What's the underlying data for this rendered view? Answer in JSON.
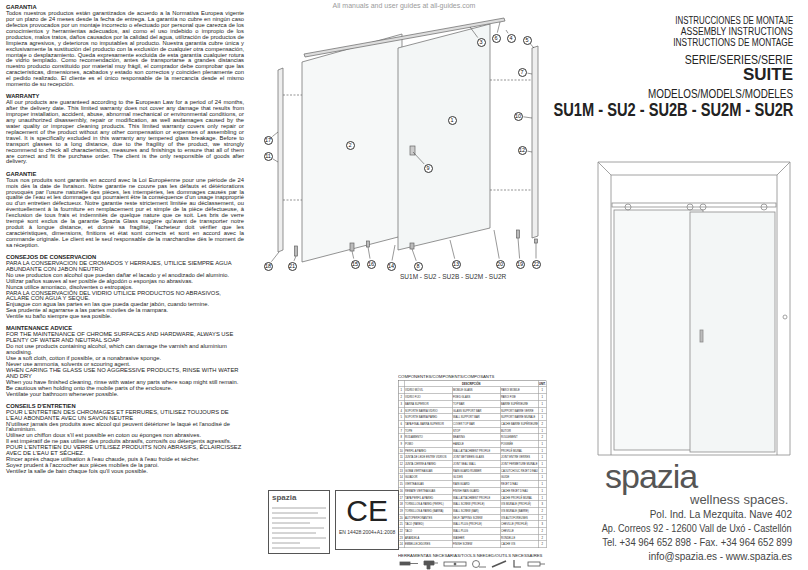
{
  "diagram": {
    "title": "INSTRUCCIONES DE MONTAJE",
    "nodes": [
      {
        "text": [
          "spazia"
        ]
      },
      {
        "text": [
          "CE",
          "EN 14428:2004+A1:2008"
        ]
      }
    ],
    "labels": [
      "All manuals and user guides at all-guides.com",
      "GARANTIA",
      "Todos nuestros productos están garantizados de acuerdo a la Normativa Europea vigente por un plazo de 24 meses desde la fecha de entrega. La garantía no cubre en ningún caso defectos provocados por un montaje incorrecto o efectuado por personal que carezca de los conocimientos y herramientas adecuados, así como el uso indebido o impropio de los productos, malos tratos, daños causados por la calidad del agua, utilización de productos de limpieza agresivos, y deterioros no imputables al producto. Nuestra garantía cubre única y exclusivamente la sustitución del producto con la exclusión de cualquier otra compensación, montaje o desplazamiento. Queda expresamente excluida de esta garantía cualquier rotura de vidrio templado. Como recomendación, antes de transportarse a grandes distancias nuestro producto constituido por material muy frágil, el comprador debe comprobar que las características, dimensiones, acabados y estado son correctos y coinciden plenamente con el pedido realizado. El cliente es el único responsable de la mercancía desde el mismo momento de su recepción.",
      "WARRANTY",
      "All our products are guaranteed according to the European Law for a period of 24 months, after the delivery date. This limited warranty does not cover any damage that results from improper installation, accident, abuse, abnormal mechanical or environmental conditions, or any unauthorized disassembly, repair or modification, as well asdamages caused by the water quality or improper cleaning products. This limited warranty covers only repair or replacement of the product without any other compensation or expenses of assembling or travel. It is specifically excluded in this warranty any tempered glass breakage. Before to transport glasses to a long distance, due to the fragility of the product, we strongly recommend to check all characteristics, measures and finishings to ensure that all of them are correct and fit the purchase order. The client is the only responsible of goods after delivery.",
      "GARANTIE",
      "Tous nos produits sont garantis en accord avec la Loi Européenne pour une période de 24 mois dès la date de livraison. Notre garantie ne couvre pas les défauts et détériorations provoqués par l'usure naturelle des pièces, les intempéries, les dommages causés par la qualité de l'eau et les dommages qui pourraient être la conséquence d'un usage inapproprié ou d'un entretien défectueux. Notre garantie reste strictement limitée au déclassement, ou éventuellement à la fourniture en remplacement pur et simple de la pièce défectueuse, à l'exclusion de tous frais et indemnités de quelque nature que ce soit. Les bris de verre trempé sont exclus de la garantie Spazia Glass suggère qu'avant de transporter notre produit à longue distance, et donné sa fragilité, l'acheteur doit vérifier que les caractéristiques, dimensions, finitions et état sont corrects et sont en accord avec la commande originale. Le client est le seul responsable de la marchandise dès le moment de sa réception.",
      "CONSEJOS DE CONSERVACION",
      "PARA LA CONSERVACION DE CROMADOS Y HERRAJES, UTILICE SIEMPRE AGUA ABUNDANTE CON JABON NEUTRO",
      "No use productos con alcohol que puedan dañar el lacado y el anodizado del aluminio.",
      "Utilizar paños suaves al ser posible de algodón o esponjas no abrasivas.",
      "Nunca utilice amoniaco, disolventes o estropajos.",
      "PARA LA CONSERVACIÓN DEL VIDRIO UTILICE PRODUCTOS NO ABRASIVOS, ACLARE CON AGUA Y SEQUE.",
      "Enjuague con agua las partes en las que pueda quedar jabón, cuando termine.",
      "Sea prudente al agarrarse a las partes móviles de la mampara.",
      "Ventile su baño siempre que sea posible.",
      "MAINTENANCE ADVICE",
      "FOR THE MAINTENANCE OF CHROME SURFACES AND HARDWARE, ALWAYS USE PLENTY OF WATER AND NEUTRAL SOAP",
      "Do not use products containing alcohol, which can damage the varnish and aluminium anodising.",
      "Use a soft cloth, cotton if possible, or a nonabrasive sponge.",
      "Never use ammonia, solvents or scouring agent.",
      "WHEN CARING THE GLASS USE NO AGGRESSIVE PRODUCTS, RINSE WITH WATER AND DRY",
      "When you have finished cleaning, rinse with water any parts where soap might still remain.",
      "Be cautious when holding onto the mobile parts of the enclosure.",
      "Ventilate your bathroom whenever possible.",
      "CONSEILS D'ENTRETIEN",
      "POUR L'ENTRETIEN DES CHROMAGES ET FERRURES, UTILISEZ TOUJOURS DE L'EAU ABONDANTE AVEC UN SAVON NEUTRE",
      "N'utilisez jamais des produits avec alcool qui peuvent détériorer le laqué et l'anodisé de l'aluminium.",
      "Utilisez un chiffon doux s'il est possible en coton ou éponges non abrasives.",
      "Il est impératif de ne pas utiliser des produits abrasifs, corrosifs ou détergents agressifs.",
      "POUR L'ENTRETIEN DU VERRE UTILISEZ PRODUITS NON ABRASIFS, ÉCLAIRCISSEZ AVEC DE L'EAU ET SÉCHEZ.",
      "Rincer après chaque utilisation à l'eau chaude, puis à l'eau froide et sécher.",
      "Soyez prudent à l'accrocher aux pièces mobiles de la paroi.",
      "Ventilez la salle de bain chaque fois qu'il vous possible.",
      "ASSEMBLY INSTRUCTIONS",
      "INSTRUCTIONS DE MONTAGE",
      "SERIE/SERIES/SERIE",
      "SUITE",
      "MODELOS/MODELS/MODELES",
      "SU1M - SU2 - SU2B - SU2M - SU2R",
      "spazia",
      "wellness spaces.",
      "Pol. Ind. La Mezquita. Nave 402",
      "Ap. Correos 92 - 12600 Vall de Uxó - Castellón",
      "Tel. +34 964 652 898 - Fax. +34 964 652 899",
      "info@spazia.es - www.spazia.es",
      "SU1M - SU2 - SU2B - SU2M - SU2R",
      "COMPONENTES/COMPONENTS/COMPOSANTS",
      "DESCRIPCIÓN",
      "UNIT.",
      "1",
      "VIDRIO MÓVIL",
      "MOBILE GLASS",
      "PAROI MOBILE",
      "1",
      "2",
      "VIDRIO FIJO",
      "FIXED GLASS",
      "PAROI FIXE",
      "1",
      "3",
      "BARRA SUPERIOR",
      "TOP BAR",
      "BARRE SUPÉRIEURE",
      "1",
      "4",
      "SOPORTE BARRA VIDRIO",
      "GLASS SUPPORT BAR",
      "SUPPORT BARRE VERRE",
      "1",
      "5",
      "SOPORTE BARRA PARED",
      "WALL SUPPORT BAR",
      "SUPPORT BARRE MURALE",
      "1",
      "6",
      "TAPA FINAL BARRA SUPERIOR",
      "COVER TOP BAR",
      "CACHE BARRE SUPÉRIEURE",
      "2",
      "7",
      "TOPE",
      "STOP",
      "BUTOIR",
      "1",
      "8",
      "RODAMIENTO",
      "BEARING",
      "ROULEMENT",
      "2",
      "9",
      "POMO",
      "HANDLE",
      "POIGNÉE",
      "1",
      "10",
      "PERFIL A PARED",
      "WALL ATTACHMENT PROFILE",
      "PROFILÉ MURAL",
      "1",
      "11",
      "JUNTA DE LEDE ENTRE VIDRIOS",
      "JOINT BETWEEN GLASS",
      "JOINT ENTRE VERRES",
      "1",
      "12",
      "JUNTA CIERRE A PARED",
      "JOINT SEAL WALL",
      "JOINT FERMETURE MURALE",
      "1",
      "13",
      "GOMA VIERTEAGUAS",
      "RAIN GUARD RUBBER",
      "CAOUTCHOUC REJET D'EAU",
      "1",
      "14",
      "GUIADOR",
      "GLIDES",
      "GUIDE",
      "1",
      "15",
      "VIERTEAGUAS",
      "RAIN GUARD",
      "REJET D'EAU",
      "1",
      "16",
      "REMATE VIERTEAGUAS",
      "FINISH RAIN GUARD",
      "CACHE REJET D'EAU",
      "1",
      "17",
      "TAPA PERFIL A PARED",
      "WALL ATTACHMENT PROFILE",
      "CACHE PROFILÉ MURAL",
      "1",
      "18",
      "TORNILLOS A PARED (PERFIL)",
      "WALL SCREW (PROFILE)",
      "VIS MURALE (PROFILÉ)",
      "3",
      "19",
      "TORNILLOS A PARED (BARRA)",
      "WALL SCREW (BAR)",
      "VIS MURALE (BARRE)",
      "2",
      "20",
      "AUTOPERFORANTES",
      "SELF-TAPPING SCREW",
      "VIS AUTOFOREUSES",
      "2",
      "21",
      "TACO (PARED)",
      "WALL PLUG (PROFILE)",
      "CHEVILLE (PROFILÉ)",
      "3",
      "22",
      "TACO",
      "WALL PLUG",
      "CHEVILLE",
      "2",
      "23",
      "ARANDELA",
      "WASHER",
      "RONDELLE",
      "2",
      "24",
      "EMBELLECEDORES",
      "FINISH SCREW",
      "CACHE VIS",
      "2",
      "HERRAMIENTAS NECESARIAS/TOOLS NEEDED/OUTILS NECESSAIRES",
      "3",
      "6",
      "4",
      "5",
      "7",
      "10",
      "12",
      "17",
      "11",
      "18",
      "21",
      "15",
      "16",
      "14",
      "8",
      "13",
      "20",
      "19",
      "22",
      "2",
      "1",
      "9"
    ]
  }
}
